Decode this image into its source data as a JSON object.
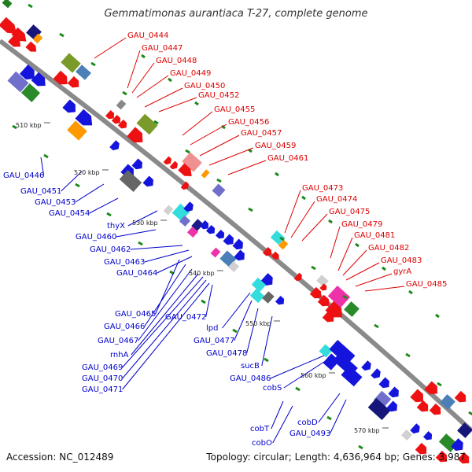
{
  "title": "Gemmatimonas aurantiaca T-27, complete genome",
  "accession": "Accession: NC_012489",
  "summary": "Topology: circular; Length: 4,636,964 bp; Genes: 3,987",
  "colors": {
    "red": "#ee1111",
    "blue": "#1414dd",
    "backbone": "#888888",
    "label_red": "#dd0000",
    "label_blue": "#0000cc",
    "tick": "#1a8a1a"
  },
  "kbp_ticks": [
    "510 kbp",
    "520 kbp",
    "530 kbp",
    "540 kbp",
    "550 kbp",
    "560 kbp",
    "570 kbp"
  ],
  "upper_labels": [
    "GAU_0444",
    "GAU_0447",
    "GAU_0448",
    "GAU_0449",
    "GAU_0450",
    "GAU_0452",
    "GAU_0455",
    "GAU_0456",
    "GAU_0457",
    "GAU_0459",
    "GAU_0461",
    "GAU_0473",
    "GAU_0474",
    "GAU_0475",
    "GAU_0479",
    "GAU_0481",
    "GAU_0482",
    "GAU_0483",
    "gyrA",
    "GAU_0485"
  ],
  "lower_labels": [
    "GAU_0446",
    "GAU_0451",
    "GAU_0453",
    "GAU_0454",
    "thyX",
    "GAU_0460",
    "GAU_0462",
    "GAU_0463",
    "GAU_0464",
    "GAU_0465",
    "GAU_0466",
    "GAU_0467",
    "rnhA",
    "GAU_0469",
    "GAU_0470",
    "GAU_0471",
    "GAU_0472",
    "lpd",
    "GAU_0477",
    "GAU_0478",
    "sucB",
    "GAU_0486",
    "cobS",
    "cobT",
    "cobO",
    "cobD",
    "GAU_0493"
  ]
}
